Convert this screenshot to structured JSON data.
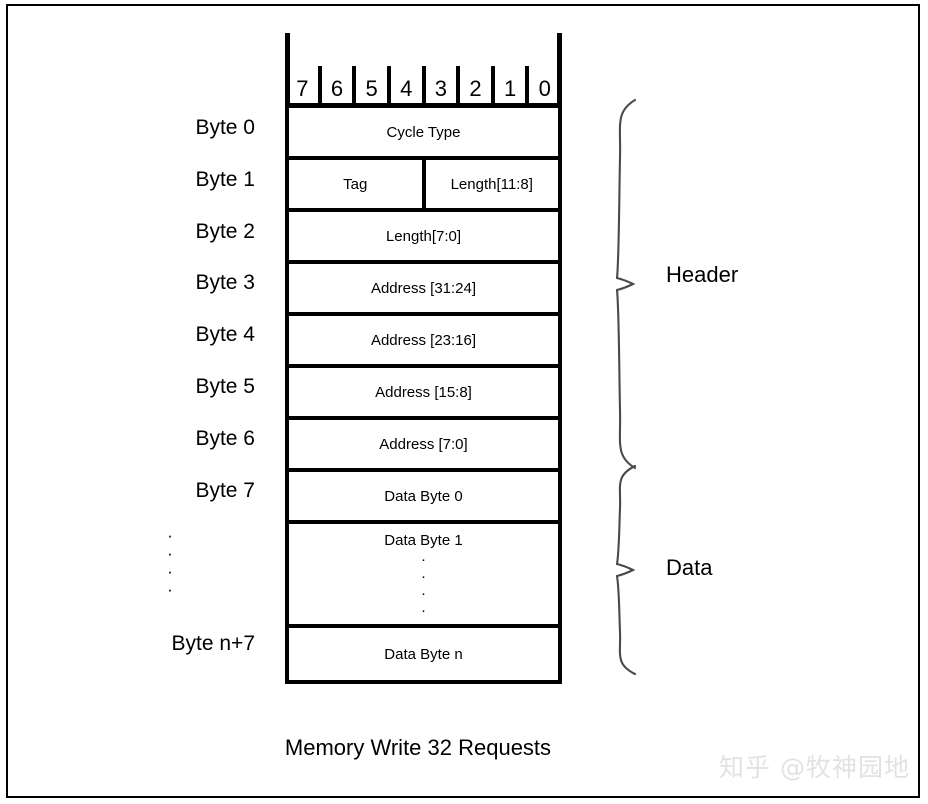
{
  "diagram": {
    "caption": "Memory Write 32 Requests",
    "bit_ruler": {
      "label": "bit-numbers",
      "bits": [
        "7",
        "6",
        "5",
        "4",
        "3",
        "2",
        "1",
        "0"
      ]
    },
    "byte_labels": [
      "Byte 0",
      "Byte 1",
      "Byte 2",
      "Byte 3",
      "Byte 4",
      "Byte 5",
      "Byte 6",
      "Byte 7",
      "Byte n+7"
    ],
    "byte_label_ellipsis": [
      "·",
      "·",
      "·",
      "·"
    ],
    "rows": [
      {
        "kind": "single",
        "text": "Cycle Type"
      },
      {
        "kind": "split",
        "left": "Tag",
        "right": "Length[11:8]"
      },
      {
        "kind": "single",
        "text": "Length[7:0]"
      },
      {
        "kind": "single",
        "text": "Address [31:24]"
      },
      {
        "kind": "single",
        "text": "Address [23:16]"
      },
      {
        "kind": "single",
        "text": "Address [15:8]"
      },
      {
        "kind": "single",
        "text": "Address [7:0]"
      },
      {
        "kind": "single",
        "text": "Data Byte 0"
      },
      {
        "kind": "tall",
        "text": "Data Byte 1",
        "ellipsis": [
          "·",
          "·",
          "·",
          "·"
        ]
      },
      {
        "kind": "single",
        "text": "Data Byte n"
      }
    ],
    "sections": [
      {
        "name": "header",
        "label": "Header"
      },
      {
        "name": "data",
        "label": "Data"
      }
    ],
    "colors": {
      "line": "#000000",
      "background": "#ffffff",
      "watermark": "#e2e2e2"
    }
  },
  "watermark": {
    "text": "知乎 @牧神园地"
  }
}
